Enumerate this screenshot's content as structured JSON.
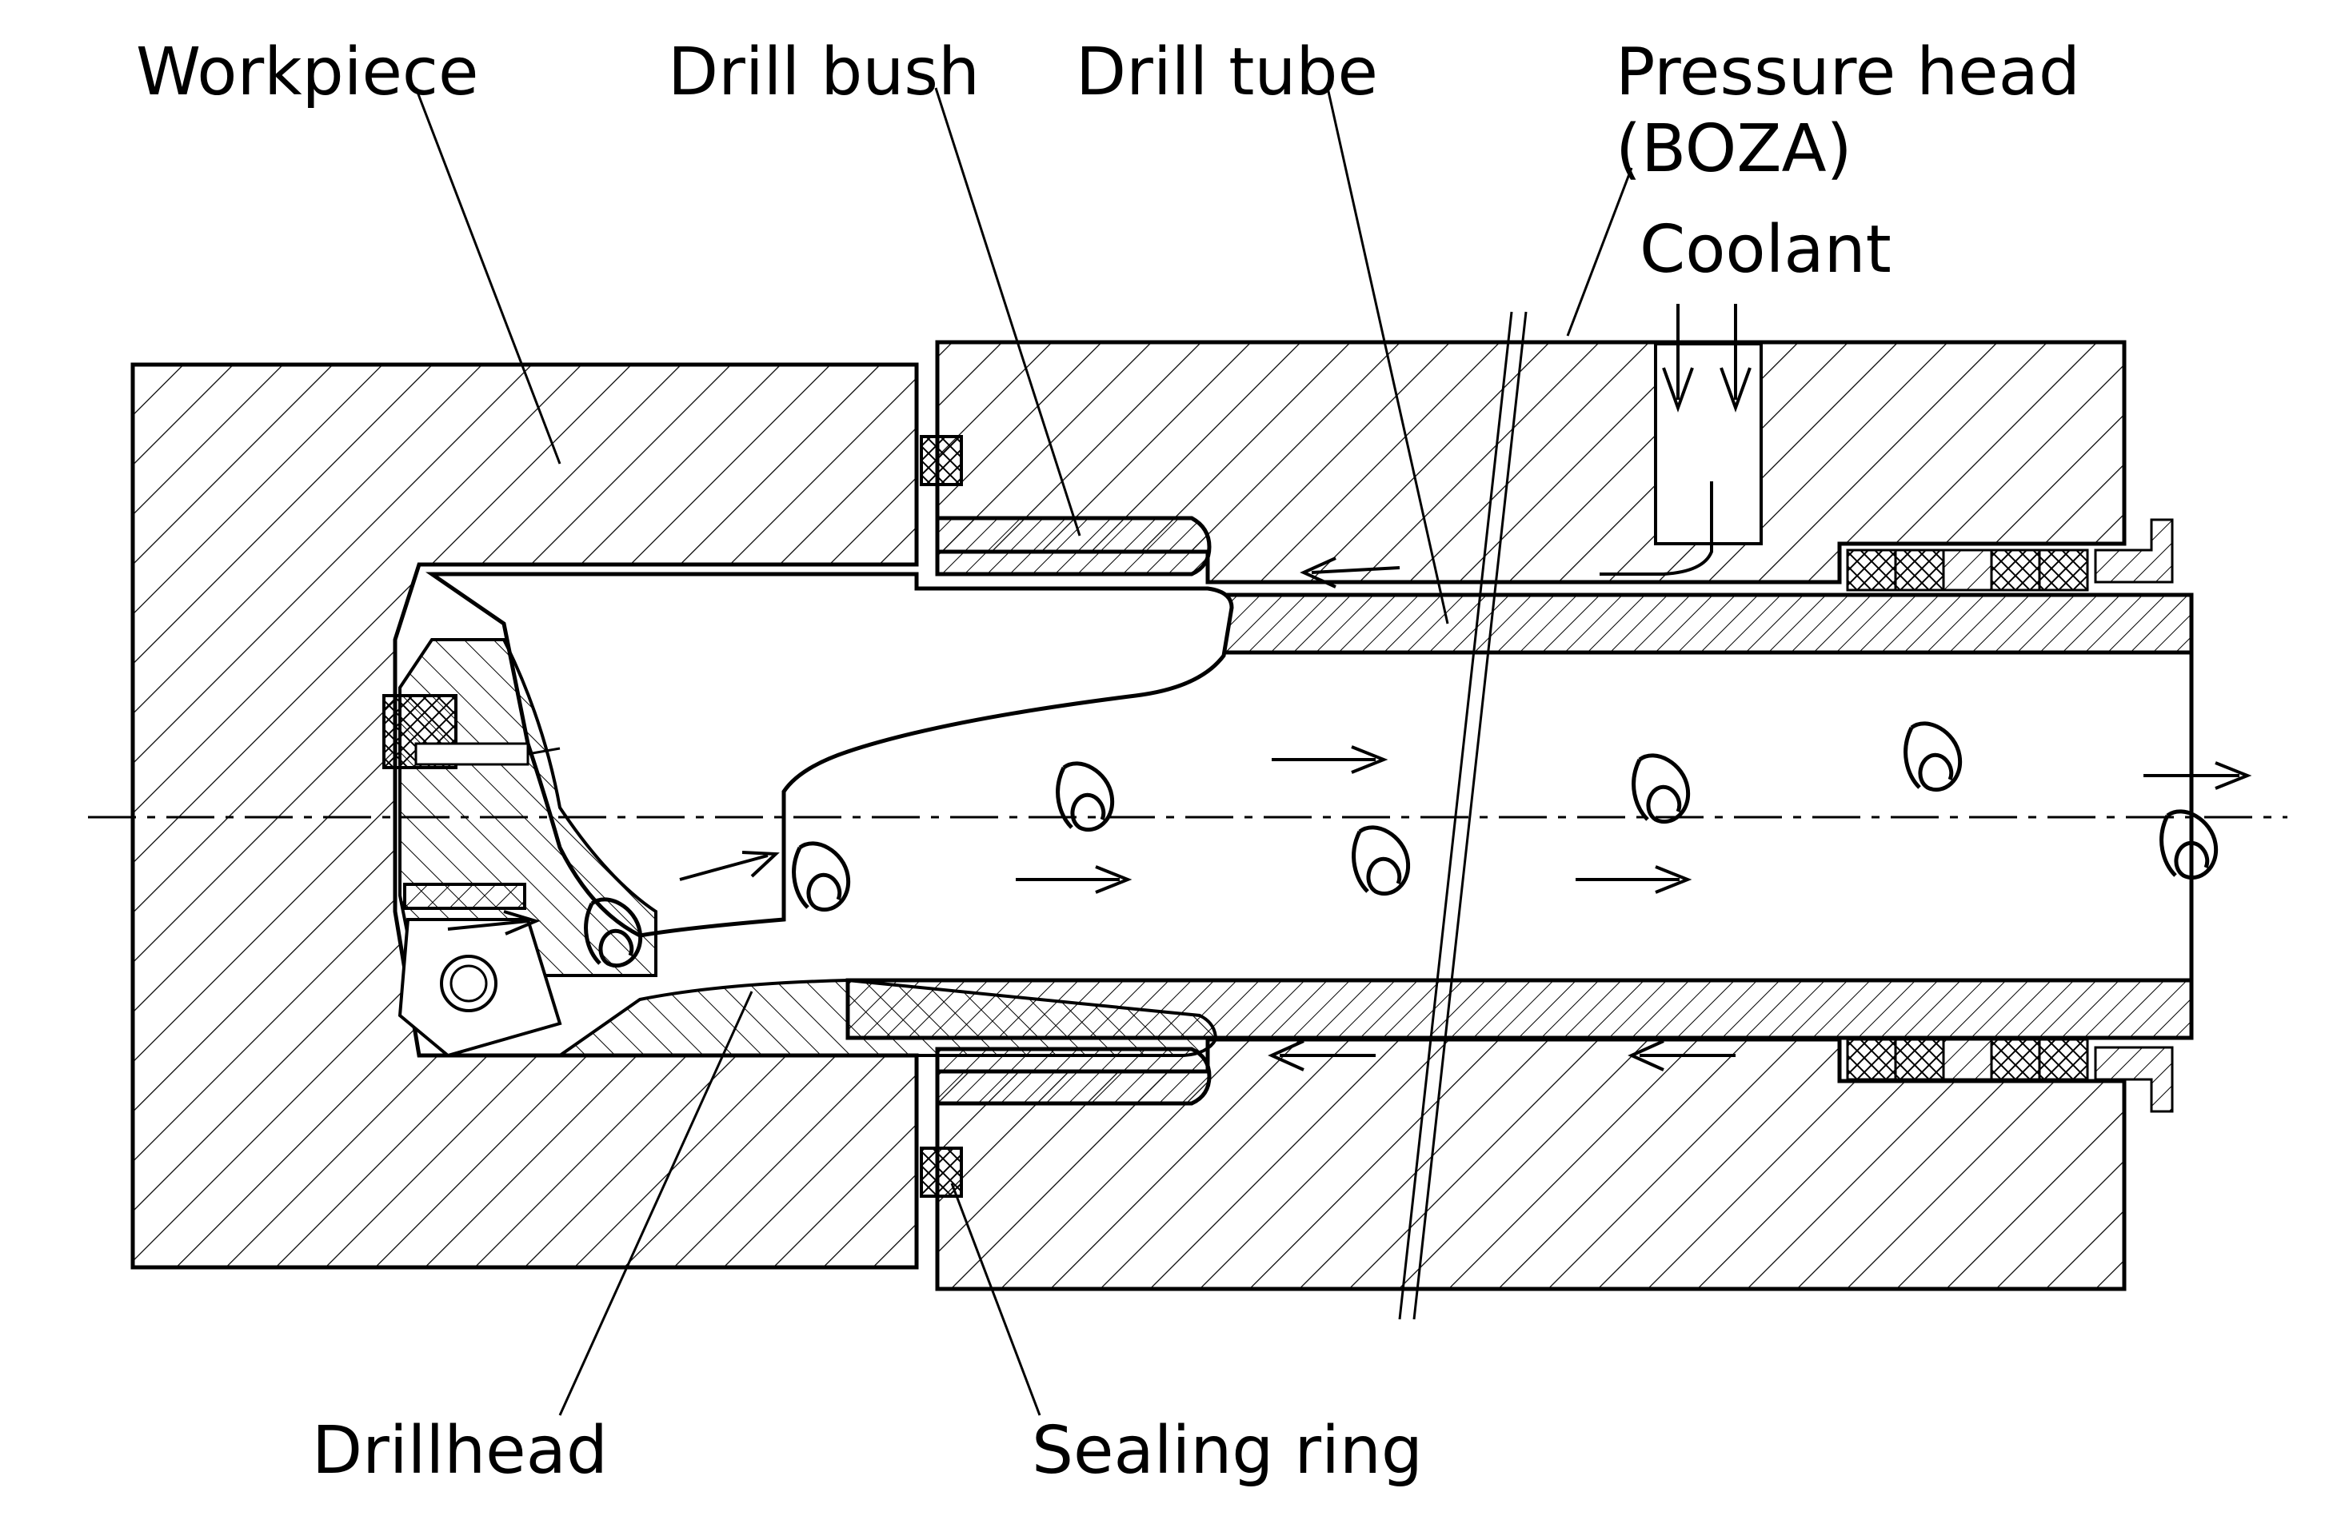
{
  "labels": {
    "workpiece": "Workpiece",
    "drill_bush": "Drill bush",
    "drill_tube": "Drill tube",
    "pressure_head_line1": "Pressure head",
    "pressure_head_line2": "(BOZA)",
    "coolant": "Coolant",
    "drillhead": "Drillhead",
    "sealing_ring": "Sealing ring"
  },
  "colors": {
    "ink": "#000000",
    "background": "#ffffff"
  }
}
